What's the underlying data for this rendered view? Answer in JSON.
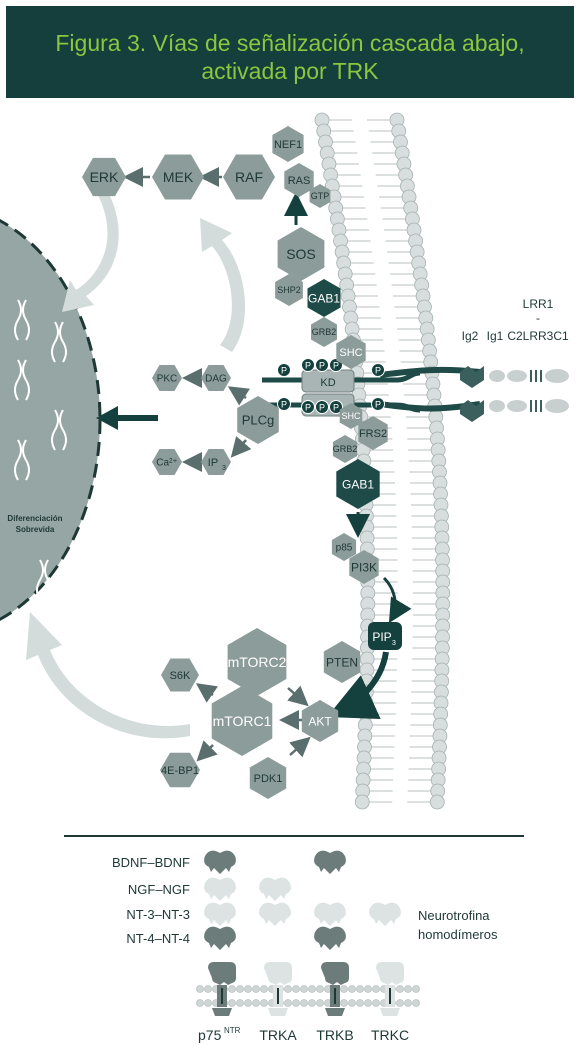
{
  "header": {
    "title_line1": "Figura 3. Vías de señalización cascada abajo,",
    "title_line2": "activada por TRK"
  },
  "nodes": {
    "nef1": "NEF1",
    "ras": "RAS",
    "gtp": "GTP",
    "erk": "ERK",
    "mek": "MEK",
    "raf": "RAF",
    "sos": "SOS",
    "shp2": "SHP2",
    "gab1_top": "GAB1",
    "grb2_top": "GRB2",
    "shc_top": "SHC",
    "pkc": "PKC",
    "dag": "DAG",
    "plcg": "PLCg",
    "kd": "KD",
    "shc_bottom": "SHC",
    "frs2": "FRS2",
    "grb2_bottom": "GRB2",
    "gab1_bottom": "GAB1",
    "ca": "Ca²⁺",
    "ip3": "IP",
    "ip3_sub": "3",
    "p85": "p85",
    "pi3k": "PI3K",
    "pip3": "PIP",
    "pip3_sub": "3",
    "mtorc2": "mTORC2",
    "pten": "PTEN",
    "s6k": "S6K",
    "mtorc1": "mTORC1",
    "akt": "AKT",
    "ebp1": "4E-BP1",
    "pdk1": "PDK1",
    "phospho": "P"
  },
  "receptor_labels": {
    "lrr1": "LRR1",
    "dash": "-",
    "ig2": "Ig2",
    "ig1": "Ig1",
    "c2lrr3c1": "C2LRR3C1"
  },
  "nucleus": {
    "line1": "Diferenciación",
    "line2": "Sobrevida"
  },
  "legend": {
    "ligands": [
      "BDNF–BDNF",
      "NGF–NGF",
      "NT-3–NT-3",
      "NT-4–NT-4"
    ],
    "neurotrophin_line1": "Neurotrofina",
    "neurotrophin_line2": "homodímeros",
    "receptors": {
      "p75": "p75",
      "p75_sup": "NTR",
      "trka": "TRKA",
      "trkb": "TRKB",
      "trkc": "TRKC"
    }
  },
  "colors": {
    "header_bg": "#143f3c",
    "header_text": "#8cc63f",
    "node": "#8c9c9a",
    "dark_node": "#1e4a47",
    "light_arrow": "#d4dbdb",
    "text_dark": "#1e3836",
    "membrane_bead": "#d8dddd",
    "legend_light": "#dde3e3"
  }
}
